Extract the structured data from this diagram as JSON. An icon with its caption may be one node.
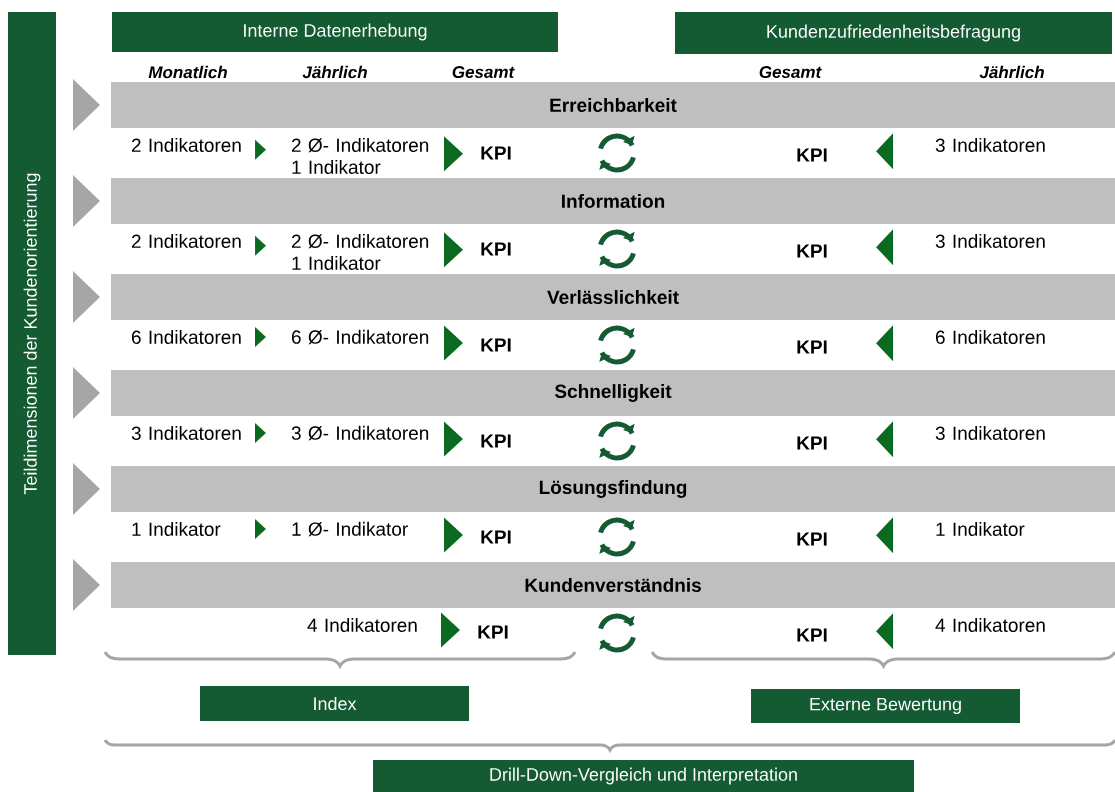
{
  "diagram": {
    "nodes": [
      {
        "text": [
          "Interne Datenerhebung"
        ]
      },
      {
        "text": [
          "Kundenzufriedenheitsbefragung"
        ]
      },
      {
        "text": [
          "Teildimensionen der Kundenorientierung"
        ]
      },
      {
        "text": [
          "Erreichbarkeit"
        ]
      },
      {
        "text": [
          "2 Indikatoren"
        ]
      },
      {
        "text": [
          "2  Ø- Indikatoren",
          "1 Indikator"
        ]
      },
      {
        "text": [
          "KPI"
        ]
      },
      {
        "text": [
          "KPI"
        ]
      },
      {
        "text": [
          "3 Indikatoren"
        ]
      },
      {
        "text": [
          "Information"
        ]
      },
      {
        "text": [
          "2 Indikatoren"
        ]
      },
      {
        "text": [
          "2  Ø- Indikatoren",
          "1 Indikator"
        ]
      },
      {
        "text": [
          "KPI"
        ]
      },
      {
        "text": [
          "KPI"
        ]
      },
      {
        "text": [
          "3 Indikatoren"
        ]
      },
      {
        "text": [
          "Verlässlichkeit"
        ]
      },
      {
        "text": [
          "6 Indikatoren"
        ]
      },
      {
        "text": [
          "6  Ø- Indikatoren"
        ]
      },
      {
        "text": [
          "KPI"
        ]
      },
      {
        "text": [
          "KPI"
        ]
      },
      {
        "text": [
          "6 Indikatoren"
        ]
      },
      {
        "text": [
          "Schnelligkeit"
        ]
      },
      {
        "text": [
          "3 Indikatoren"
        ]
      },
      {
        "text": [
          "3  Ø- Indikatoren"
        ]
      },
      {
        "text": [
          "KPI"
        ]
      },
      {
        "text": [
          "KPI"
        ]
      },
      {
        "text": [
          "3 Indikatoren"
        ]
      },
      {
        "text": [
          "Lösungsfindung"
        ]
      },
      {
        "text": [
          "1 Indikator"
        ]
      },
      {
        "text": [
          "1  Ø- Indikator"
        ]
      },
      {
        "text": [
          "KPI"
        ]
      },
      {
        "text": [
          "KPI"
        ]
      },
      {
        "text": [
          "1 Indikator"
        ]
      },
      {
        "text": [
          "Kundenverständnis"
        ]
      },
      {
        "text": [
          "4  Indikatoren"
        ]
      },
      {
        "text": [
          "KPI"
        ]
      },
      {
        "text": [
          "KPI"
        ]
      },
      {
        "text": [
          "4 Indikatoren"
        ]
      },
      {
        "text": [
          "Index"
        ]
      },
      {
        "text": [
          "Externe Bewertung"
        ]
      },
      {
        "text": [
          "Drill-Down-Vergleich und Interpretation"
        ]
      }
    ],
    "edges": [
      {
        "from": 2,
        "to": 3,
        "arrow": "to",
        "color": "#a6a6a6"
      },
      {
        "from": 2,
        "to": 9,
        "arrow": "to",
        "color": "#a6a6a6"
      },
      {
        "from": 2,
        "to": 15,
        "arrow": "to",
        "color": "#a6a6a6"
      },
      {
        "from": 2,
        "to": 21,
        "arrow": "to",
        "color": "#a6a6a6"
      },
      {
        "from": 2,
        "to": 27,
        "arrow": "to",
        "color": "#a6a6a6"
      },
      {
        "from": 2,
        "to": 33,
        "arrow": "to",
        "color": "#a6a6a6"
      },
      {
        "from": 4,
        "to": 5,
        "arrow": "to"
      },
      {
        "from": 5,
        "to": 6,
        "arrow": "to"
      },
      {
        "from": 8,
        "to": 7,
        "arrow": "to"
      },
      {
        "from": 10,
        "to": 11,
        "arrow": "to"
      },
      {
        "from": 11,
        "to": 12,
        "arrow": "to"
      },
      {
        "from": 14,
        "to": 13,
        "arrow": "to"
      },
      {
        "from": 16,
        "to": 17,
        "arrow": "to"
      },
      {
        "from": 17,
        "to": 18,
        "arrow": "to"
      },
      {
        "from": 20,
        "to": 19,
        "arrow": "to"
      },
      {
        "from": 22,
        "to": 23,
        "arrow": "to"
      },
      {
        "from": 23,
        "to": 24,
        "arrow": "to"
      },
      {
        "from": 26,
        "to": 25,
        "arrow": "to"
      },
      {
        "from": 28,
        "to": 29,
        "arrow": "to"
      },
      {
        "from": 29,
        "to": 30,
        "arrow": "to"
      },
      {
        "from": 32,
        "to": 31,
        "arrow": "to"
      },
      {
        "from": 34,
        "to": 35,
        "arrow": "to"
      },
      {
        "from": 37,
        "to": 36,
        "arrow": "to"
      }
    ],
    "labels": [
      "Monatlich",
      "Jährlich",
      "Gesamt",
      "Gesamt",
      "Jährlich"
    ]
  }
}
